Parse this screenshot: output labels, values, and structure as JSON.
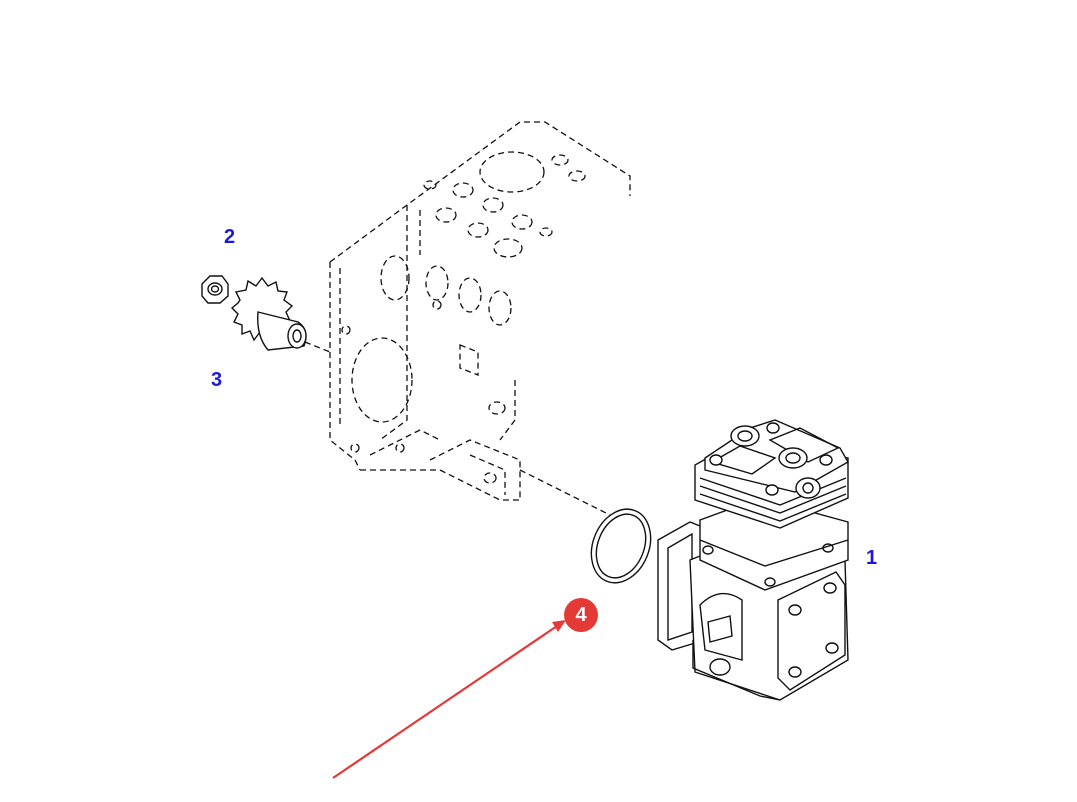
{
  "callouts": {
    "part_1": "1",
    "part_2": "2",
    "part_3": "3",
    "highlight_4": "4"
  },
  "colors": {
    "callout_text": "#1a1ad6",
    "highlight": "#e53935",
    "line": "#111111"
  }
}
